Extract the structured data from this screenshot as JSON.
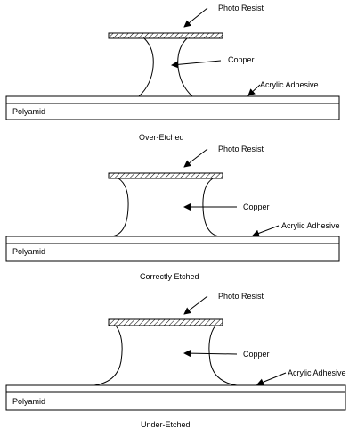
{
  "diagrams": [
    {
      "caption": "Over-Etched",
      "labels": {
        "photo_resist": "Photo Resist",
        "copper": "Copper",
        "adhesive": "Acrylic Adhesive",
        "substrate": "Polyamid"
      }
    },
    {
      "caption": "Correctly Etched",
      "labels": {
        "photo_resist": "Photo Resist",
        "copper": "Copper",
        "adhesive": "Acrylic Adhesive",
        "substrate": "Polyamid"
      }
    },
    {
      "caption": "Under-Etched",
      "labels": {
        "photo_resist": "Photo Resist",
        "copper": "Copper",
        "adhesive": "Acrylic Adhesive",
        "substrate": "Polyamid"
      }
    }
  ],
  "colors": {
    "line": "#000000",
    "resist_fill": "#ffffff"
  }
}
